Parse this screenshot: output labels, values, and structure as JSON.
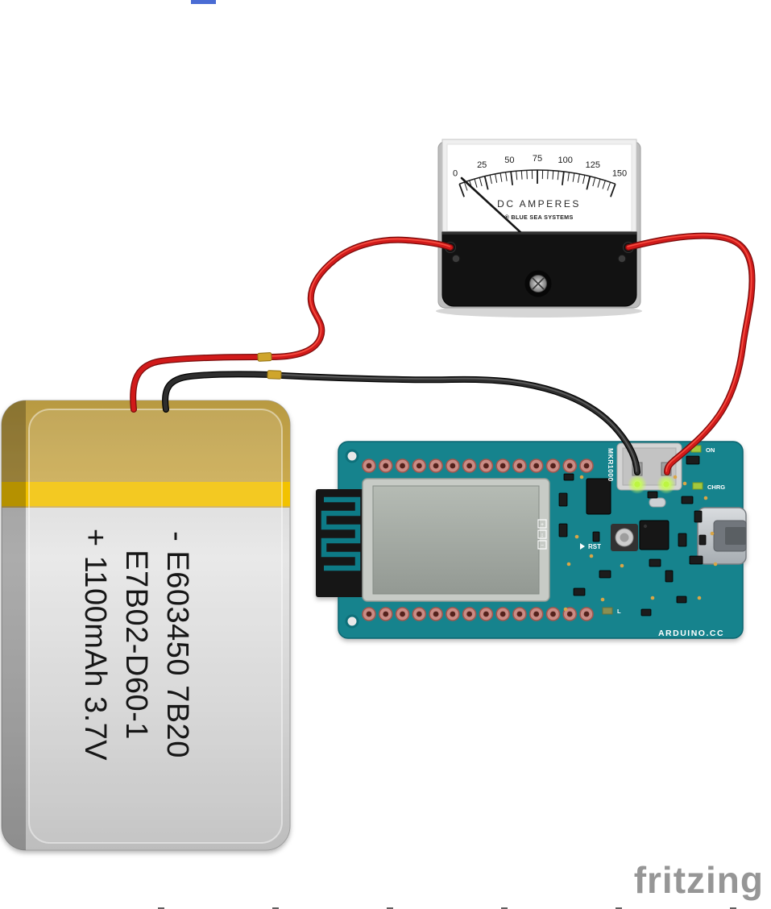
{
  "meter": {
    "scale_labels": [
      "0",
      "25",
      "50",
      "75",
      "100",
      "125",
      "150"
    ],
    "unit_label": "DC AMPERES",
    "brand_label": "® BLUE SEA SYSTEMS",
    "needle_value": "0"
  },
  "battery": {
    "label_line1": "- E603450 7B20",
    "label_line2": "E7B02-D60-1",
    "label_line3": "+ 1100mAh 3.7V"
  },
  "arduino": {
    "model_label": "MKR1000",
    "reset_label": "RST",
    "brand_label": "ARDUINO.CC",
    "on_led_label": "ON",
    "charge_led_label": "CHRG",
    "pin13_led_label": "L"
  },
  "watermark": {
    "text": "fritzing"
  },
  "colors": {
    "wire_red": "#d11a1a",
    "wire_black": "#2e2e2e",
    "board_teal": "#17838d",
    "battery_gold": "#f2c203",
    "led_green": "#bdf542",
    "watermark_gray": "#969696"
  }
}
